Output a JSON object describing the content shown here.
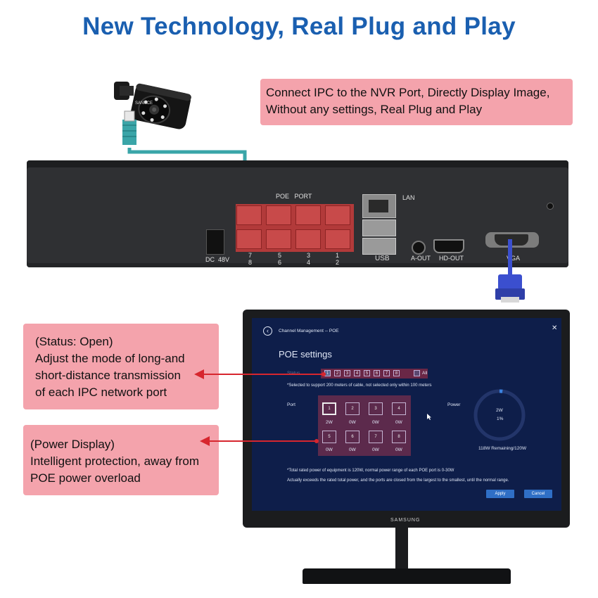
{
  "headline": "New Technology, Real Plug and Play",
  "callouts": {
    "connect": [
      "Connect IPC to the NVR Port, Directly Display Image,",
      "Without any settings, Real Plug and Play"
    ],
    "status": [
      "(Status: Open)",
      "Adjust the mode of long-and",
      "short-distance transmission",
      "of each IPC network port"
    ],
    "power": [
      "(Power Display)",
      "Intelligent protection, away from",
      "POE power overload"
    ]
  },
  "nvr": {
    "poe_port_label": "POE   PORT",
    "lan_label": "LAN",
    "usb_label": "USB",
    "aout_label": "A-OUT",
    "hdout_label": "HD-OUT",
    "vga_label": "VGA",
    "dc_label": "DC  48V",
    "port_numbers_top": [
      "7",
      "5",
      "3",
      "1"
    ],
    "port_numbers_bottom": [
      "8",
      "6",
      "4",
      "2"
    ]
  },
  "camera_brand": "SANNCE",
  "monitor_brand": "SAMSUNG",
  "screen": {
    "breadcrumb": "Channel Management -- POE",
    "heading": "POE settings",
    "status_label": "Status",
    "channel_numbers": [
      "1",
      "2",
      "3",
      "4",
      "5",
      "6",
      "7",
      "8"
    ],
    "all_label": "All",
    "note_cable": "*Selected to support 200 meters of cable, not selected only within 100 meters",
    "port_label": "Port",
    "power_label": "Power",
    "ports": [
      {
        "n": "1",
        "w": "2W"
      },
      {
        "n": "2",
        "w": "0W"
      },
      {
        "n": "3",
        "w": "0W"
      },
      {
        "n": "4",
        "w": "0W"
      },
      {
        "n": "5",
        "w": "0W"
      },
      {
        "n": "6",
        "w": "0W"
      },
      {
        "n": "7",
        "w": "0W"
      },
      {
        "n": "8",
        "w": "0W"
      }
    ],
    "gauge_value": "2W",
    "gauge_percent": "1%",
    "gauge_fraction": 0.01,
    "remaining": "118W Remaining/120W",
    "note_total": "*Total rated power of equipment is 120W, normal power range of each POE port is 0-30W",
    "note_exceed": "Actually exceeds the rated total power, and the ports are closed from the largest to the smallest, until the normal range.",
    "apply_label": "Apply",
    "cancel_label": "Cancel",
    "close_glyph": "✕",
    "back_glyph": "‹"
  },
  "colors": {
    "headline": "#1a5fb0",
    "callout_bg": "#f4a3ac",
    "arrow": "#d7262e",
    "screen_bg": "#0e1e4a",
    "poe_red": "#c84a4a",
    "cable_teal": "#3aa5a8",
    "vga_blue": "#3b4fcf"
  }
}
